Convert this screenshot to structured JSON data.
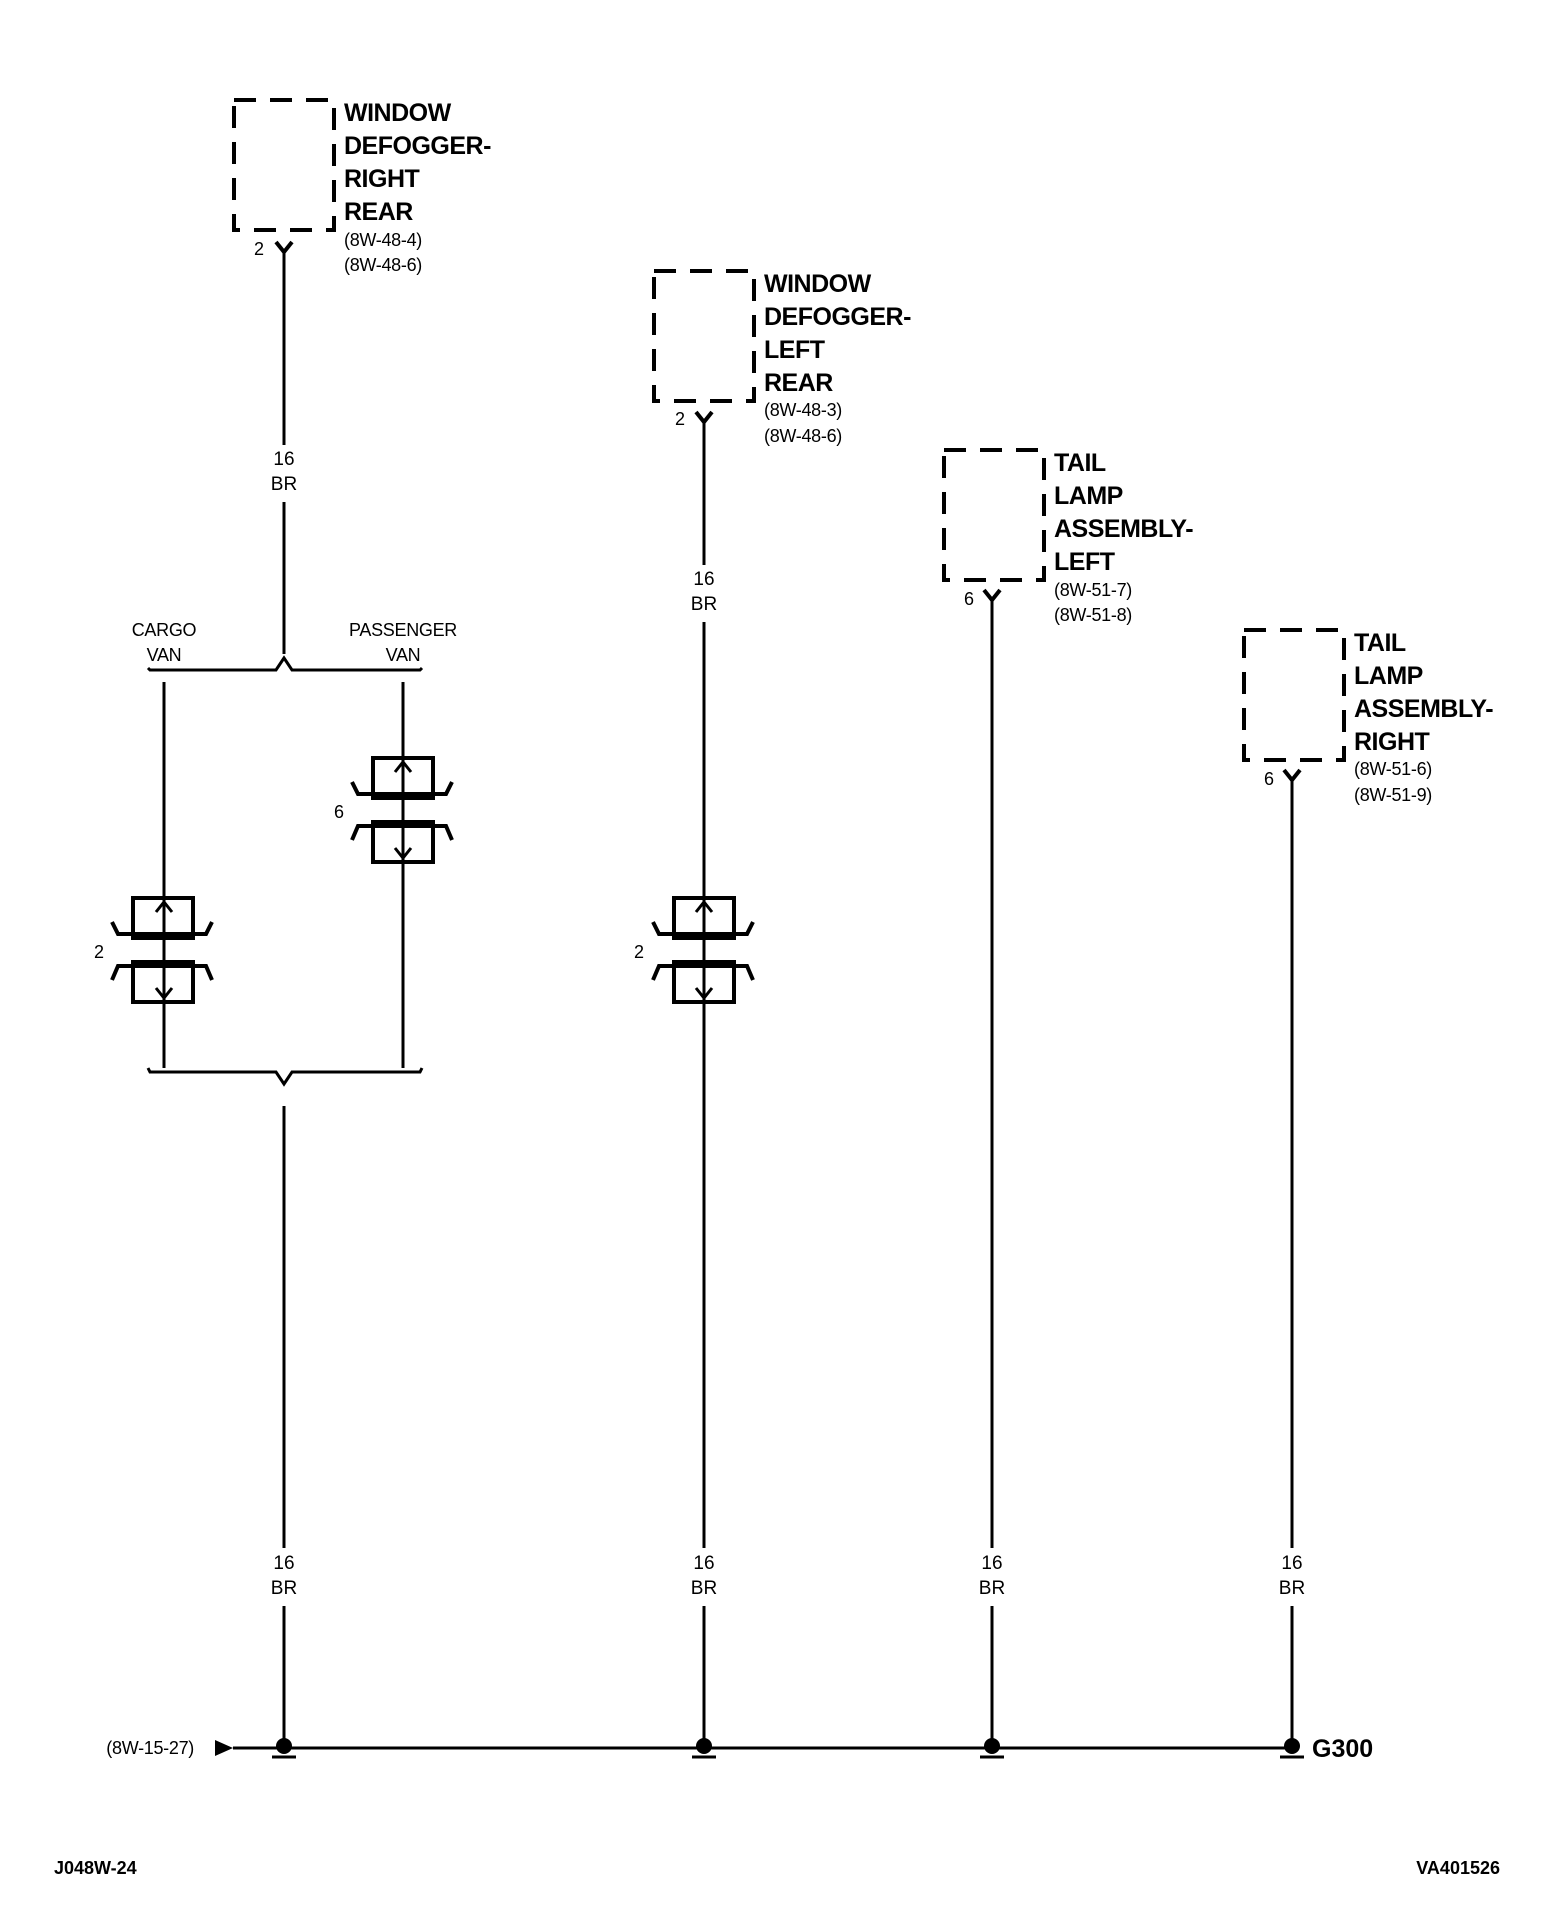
{
  "components": {
    "defogger_right_rear": {
      "name_lines": [
        "WINDOW",
        "DEFOGGER-",
        "RIGHT",
        "REAR"
      ],
      "refs": [
        "(8W-48-4)",
        "(8W-48-6)"
      ],
      "pin": "2"
    },
    "defogger_left_rear": {
      "name_lines": [
        "WINDOW",
        "DEFOGGER-",
        "LEFT",
        "REAR"
      ],
      "refs": [
        "(8W-48-3)",
        "(8W-48-6)"
      ],
      "pin": "2"
    },
    "tail_lamp_left": {
      "name_lines": [
        "TAIL",
        "LAMP",
        "ASSEMBLY-",
        "LEFT"
      ],
      "refs": [
        "(8W-51-7)",
        "(8W-51-8)"
      ],
      "pin": "6"
    },
    "tail_lamp_right": {
      "name_lines": [
        "TAIL",
        "LAMP",
        "ASSEMBLY-",
        "RIGHT"
      ],
      "refs": [
        "(8W-51-6)",
        "(8W-51-9)"
      ],
      "pin": "6"
    }
  },
  "wires": {
    "gauge": "16",
    "color": "BR"
  },
  "branches": {
    "cargo_van": [
      "CARGO",
      "VAN"
    ],
    "passenger_van": [
      "PASSENGER",
      "VAN"
    ]
  },
  "inline_connectors": {
    "cargo_pin": "2",
    "passenger_pin": "6",
    "left_defogger_pin": "2"
  },
  "ground": {
    "name": "G300",
    "ref": "(8W-15-27)"
  },
  "footer": {
    "left": "J048W-24",
    "right": "VA401526"
  }
}
